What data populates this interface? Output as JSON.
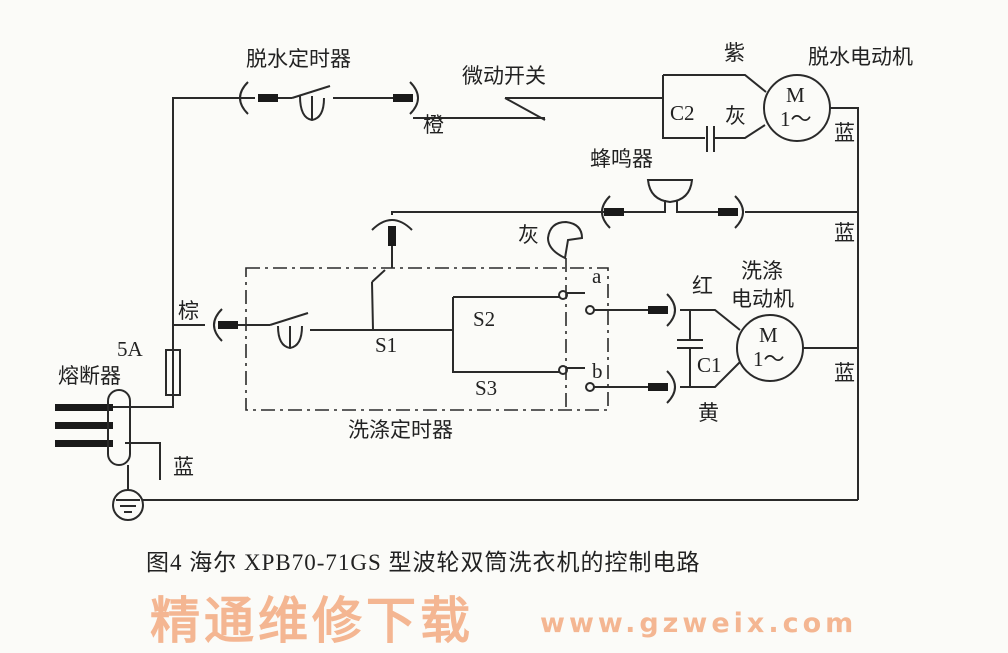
{
  "labels": {
    "spin_timer": "脱水定时器",
    "micro_switch": "微动开关",
    "purple": "紫",
    "spin_motor": "脱水电动机",
    "orange": "橙",
    "c2": "C2",
    "gray_spin": "灰",
    "blue_spin": "蓝",
    "buzzer": "蜂鸣器",
    "gray_timer": "灰",
    "blue_buzzer": "蓝",
    "terminal_a": "a",
    "terminal_b": "b",
    "red": "红",
    "wash_motor_line1": "洗涤",
    "wash_motor_line2": "电动机",
    "brown": "棕",
    "s1": "S1",
    "s2": "S2",
    "s3": "S3",
    "c1": "C1",
    "blue_wash": "蓝",
    "yellow": "黄",
    "wash_timer": "洗涤定时器",
    "fuse_rating": "5A",
    "fuse": "熔断器",
    "blue_ground": "蓝",
    "motor_m": "M",
    "motor_phase": "1～"
  },
  "watermark": {
    "text": "精通维修下载",
    "url": "www.gzweix.com"
  },
  "caption": "图4   海尔 XPB70-71GS 型波轮双筒洗衣机的控制电路"
}
